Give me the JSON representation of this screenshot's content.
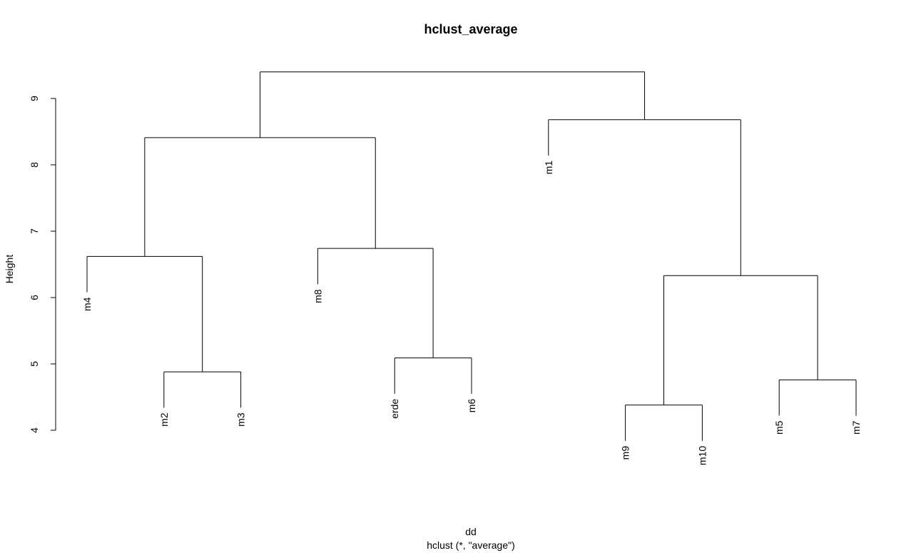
{
  "chart_data": {
    "type": "dendrogram",
    "title": "hclust_average",
    "xlabel": "dd",
    "sublabel": "hclust (*, \"average\")",
    "ylabel": "Height",
    "yticks": [
      4,
      5,
      6,
      7,
      8,
      9
    ],
    "ylim": [
      4,
      9.4
    ],
    "leaf_order": [
      "m4",
      "m2",
      "m3",
      "m8",
      "erde",
      "m6",
      "m1",
      "m9",
      "m10",
      "m5",
      "m7"
    ],
    "merges": [
      {
        "id": "a",
        "left": "m2",
        "right": "m3",
        "height": 4.88
      },
      {
        "id": "b",
        "left": "m4",
        "right": "a",
        "height": 6.62
      },
      {
        "id": "c",
        "left": "erde",
        "right": "m6",
        "height": 5.09
      },
      {
        "id": "d",
        "left": "m8",
        "right": "c",
        "height": 6.74
      },
      {
        "id": "e",
        "left": "b",
        "right": "d",
        "height": 8.41
      },
      {
        "id": "f",
        "left": "m9",
        "right": "m10",
        "height": 4.38
      },
      {
        "id": "g",
        "left": "m5",
        "right": "m7",
        "height": 4.76
      },
      {
        "id": "h",
        "left": "f",
        "right": "g",
        "height": 6.33
      },
      {
        "id": "i",
        "left": "m1",
        "right": "h",
        "height": 8.68
      },
      {
        "id": "j",
        "left": "e",
        "right": "i",
        "height": 9.4
      }
    ]
  }
}
